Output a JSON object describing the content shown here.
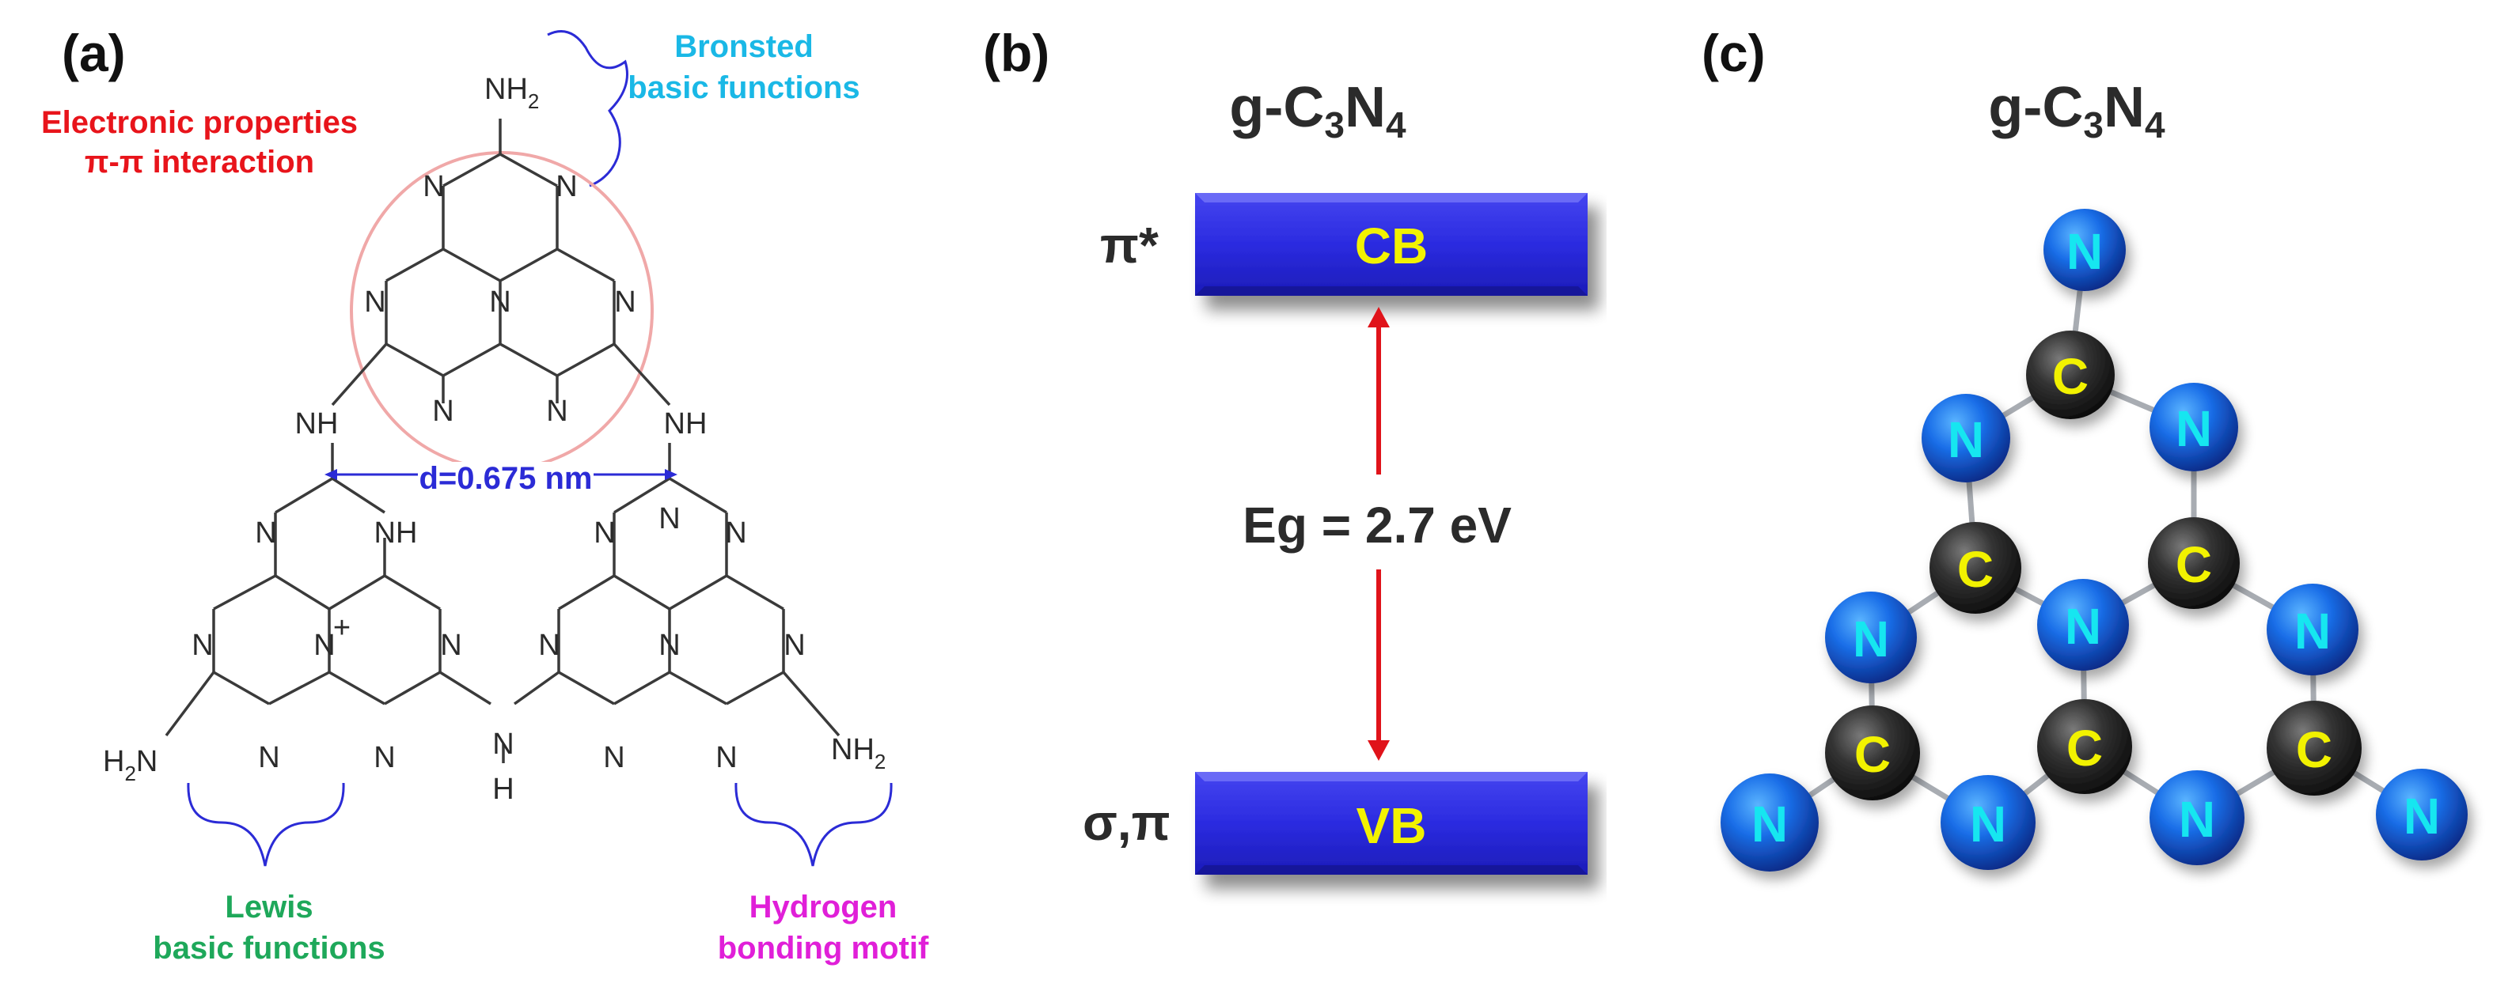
{
  "panels": {
    "a": {
      "label": "(a)",
      "annotations": {
        "electronic_line1": "Electronic properties",
        "electronic_line2": "π-π interaction",
        "bronsted_line1": "Bronsted",
        "bronsted_line2": "basic functions",
        "distance": "d=0.675 nm",
        "lewis_line1": "Lewis",
        "lewis_line2": "basic functions",
        "hbond_line1": "Hydrogen",
        "hbond_line2": "bonding motif"
      },
      "atoms": {
        "n": "N",
        "nh": "NH",
        "h": "H",
        "nplus": "N",
        "plus": "+",
        "nh2_main": "NH",
        "nh2_sub": "2",
        "h2n_main_h": "H",
        "h2n_sub": "2",
        "h2n_main_n": "N"
      },
      "colors": {
        "red": "#e8141b",
        "cyan": "#1ab8e6",
        "green": "#1ea85a",
        "magenta": "#e01fd8",
        "blue": "#2b2bd6",
        "ring": "#f0a8a8"
      }
    },
    "b": {
      "label": "(b)",
      "title_main": "g-C",
      "title_sub1": "3",
      "title_n": "N",
      "title_sub2": "4",
      "cb_label": "CB",
      "vb_label": "VB",
      "cb_orbital": "π*",
      "vb_orbital": "σ,π",
      "gap_label": "Eg = 2.7 eV",
      "colors": {
        "band": "#2f2fe0",
        "band_dark": "#1a1ab0",
        "text": "#f2f200",
        "arrow": "#e0131a"
      }
    },
    "c": {
      "label": "(c)",
      "title_main": "g-C",
      "title_sub1": "3",
      "title_n": "N",
      "title_sub2": "4",
      "atom_n": "N",
      "atom_c": "C",
      "colors": {
        "n_atom": "#1a6ee8",
        "n_text": "#16e6f0",
        "c_atom": "#333333",
        "c_text": "#f2f200"
      }
    }
  }
}
